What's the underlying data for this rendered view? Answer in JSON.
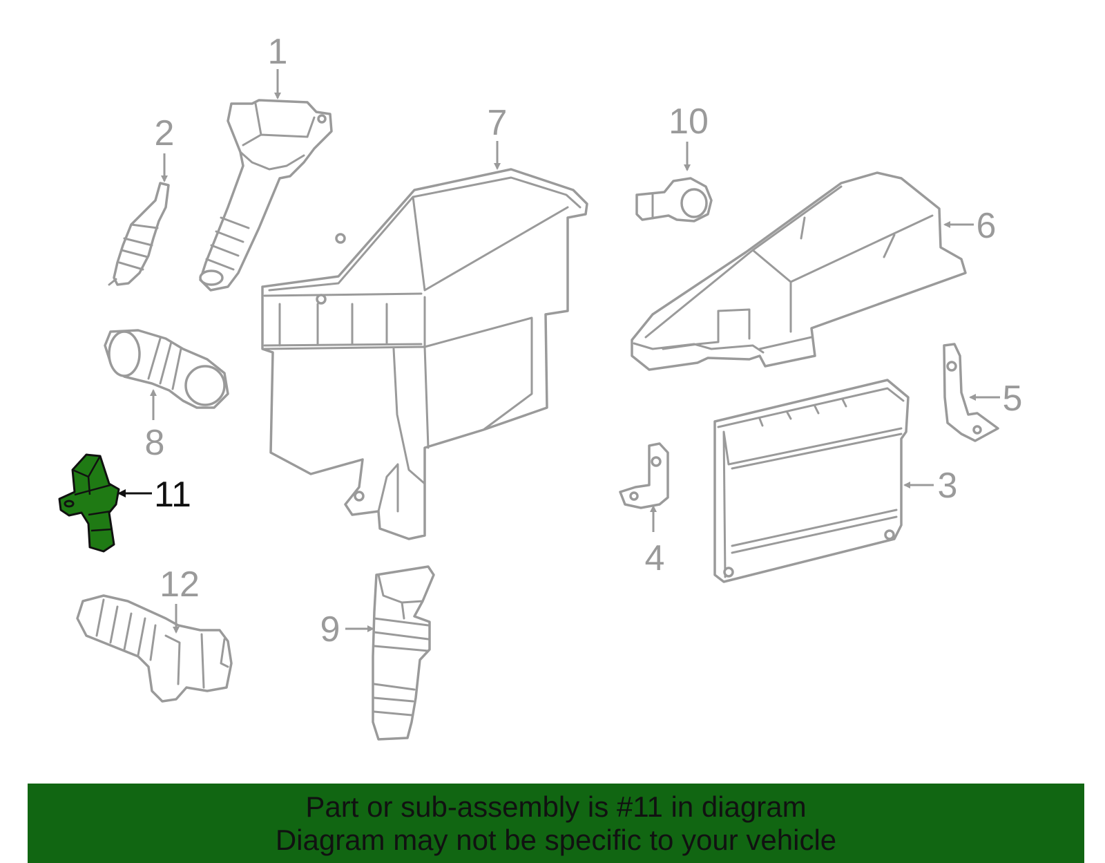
{
  "callouts": [
    {
      "id": "1",
      "label": "1"
    },
    {
      "id": "2",
      "label": "2"
    },
    {
      "id": "3",
      "label": "3"
    },
    {
      "id": "4",
      "label": "4"
    },
    {
      "id": "5",
      "label": "5"
    },
    {
      "id": "6",
      "label": "6"
    },
    {
      "id": "7",
      "label": "7"
    },
    {
      "id": "8",
      "label": "8"
    },
    {
      "id": "9",
      "label": "9"
    },
    {
      "id": "10",
      "label": "10"
    },
    {
      "id": "11",
      "label": "11"
    },
    {
      "id": "12",
      "label": "12"
    }
  ],
  "highlighted_part": "11",
  "colors": {
    "banner_background": "#116612",
    "highlight_fill": "#1f7a14",
    "part_outline": "#9a9a9a"
  },
  "banner": {
    "line1": "Part or sub-assembly is #11 in diagram",
    "line2": "Diagram may not be specific to your vehicle"
  }
}
